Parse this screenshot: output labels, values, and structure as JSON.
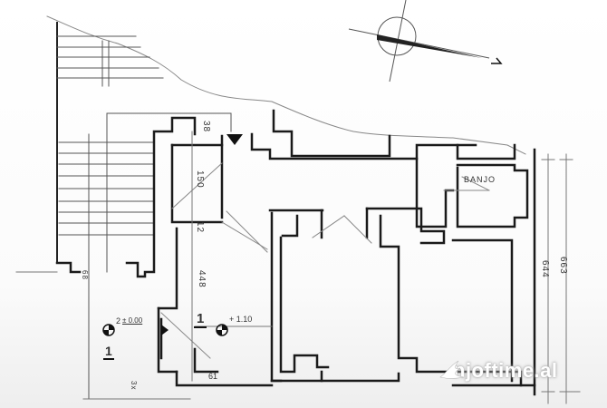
{
  "drawing": {
    "type": "architectural floor plan sketch",
    "room_labels": {
      "bathroom": "BANJO"
    },
    "dimensions": {
      "top_small": "38",
      "corridor_width": "150",
      "wall": "12",
      "room_height": "448",
      "vertical_right_1": "644",
      "vertical_right_2": "663",
      "left_small": "68",
      "bottom_small": "61",
      "bottom_left_steps": "3x",
      "window_mark": "2"
    },
    "levels": {
      "level_entry": "± 0.00",
      "level_floor": "+ 1.10"
    },
    "section_markers": [
      {
        "label": "1"
      },
      {
        "label": "1"
      }
    ],
    "north_arrow": {
      "symbol": "compass-rose",
      "letter": "N"
    }
  },
  "watermark": {
    "text": "njoftime.al"
  },
  "colors": {
    "line": "#1a1a1a",
    "thin": "#777777",
    "paper": "#ffffff",
    "watermark": "#ffffff"
  }
}
